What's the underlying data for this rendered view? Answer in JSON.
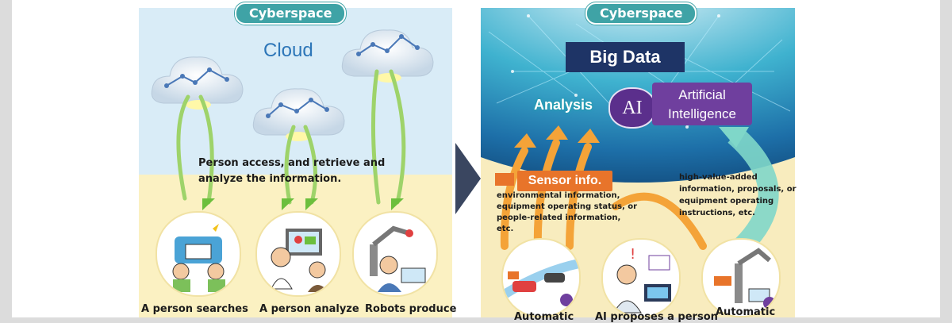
{
  "left_panel": {
    "badge": "Cyberspace",
    "cloud_title": "Cloud",
    "access_text_line1": "Person access, and retrieve and",
    "access_text_line2": "analyze the information.",
    "captions": [
      "A person searches",
      "A person analyze",
      "Robots produce"
    ]
  },
  "right_panel": {
    "badge": "Cyberspace",
    "big_data": "Big Data",
    "analysis": "Analysis",
    "ai_mark": "AI",
    "ai_label_line1": "Artificial",
    "ai_label_line2": "Intelligence",
    "sensor_title": "Sensor info.",
    "sensor_text_line1": "environmental information,",
    "sensor_text_line2": "equipment operating status, or",
    "sensor_text_line3": "people-related information, etc.",
    "hv_text_line1": "high-value-added",
    "hv_text_line2": "information, proposals, or",
    "hv_text_line3": "equipment operating",
    "hv_text_line4": "instructions, etc.",
    "captions": [
      "Automatic",
      "AI proposes a person",
      "Automatic"
    ]
  },
  "colors": {
    "badge_teal": "#3fa3a6",
    "cloud_blue": "#2d76b8",
    "big_data_navy": "#1e3466",
    "ai_purple": "#6f3f9e",
    "sensor_orange": "#e8742a",
    "arrow_green": "#9ed36a"
  }
}
